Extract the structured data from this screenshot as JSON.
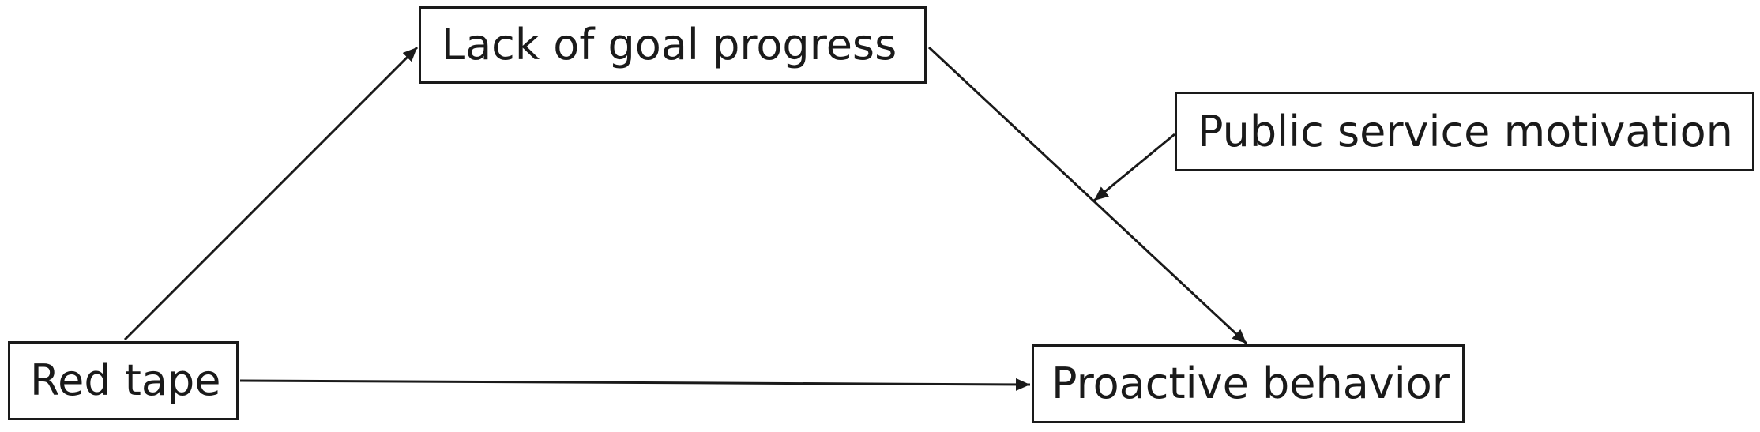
{
  "diagram": {
    "nodes": {
      "lack_of_goal_progress": "Lack of goal progress",
      "public_service_motivation": "Public service motivation",
      "red_tape": "Red tape",
      "proactive_behavior": "Proactive behavior"
    },
    "edges": [
      {
        "from": "Red tape",
        "to": "Lack of goal progress"
      },
      {
        "from": "Lack of goal progress",
        "to": "Proactive behavior"
      },
      {
        "from": "Red tape",
        "to": "Proactive behavior"
      },
      {
        "from": "Public service motivation",
        "to": "Lack of goal progress → Proactive behavior path"
      }
    ],
    "colors": {
      "line": "#1a1a1a",
      "background": "#ffffff"
    }
  }
}
